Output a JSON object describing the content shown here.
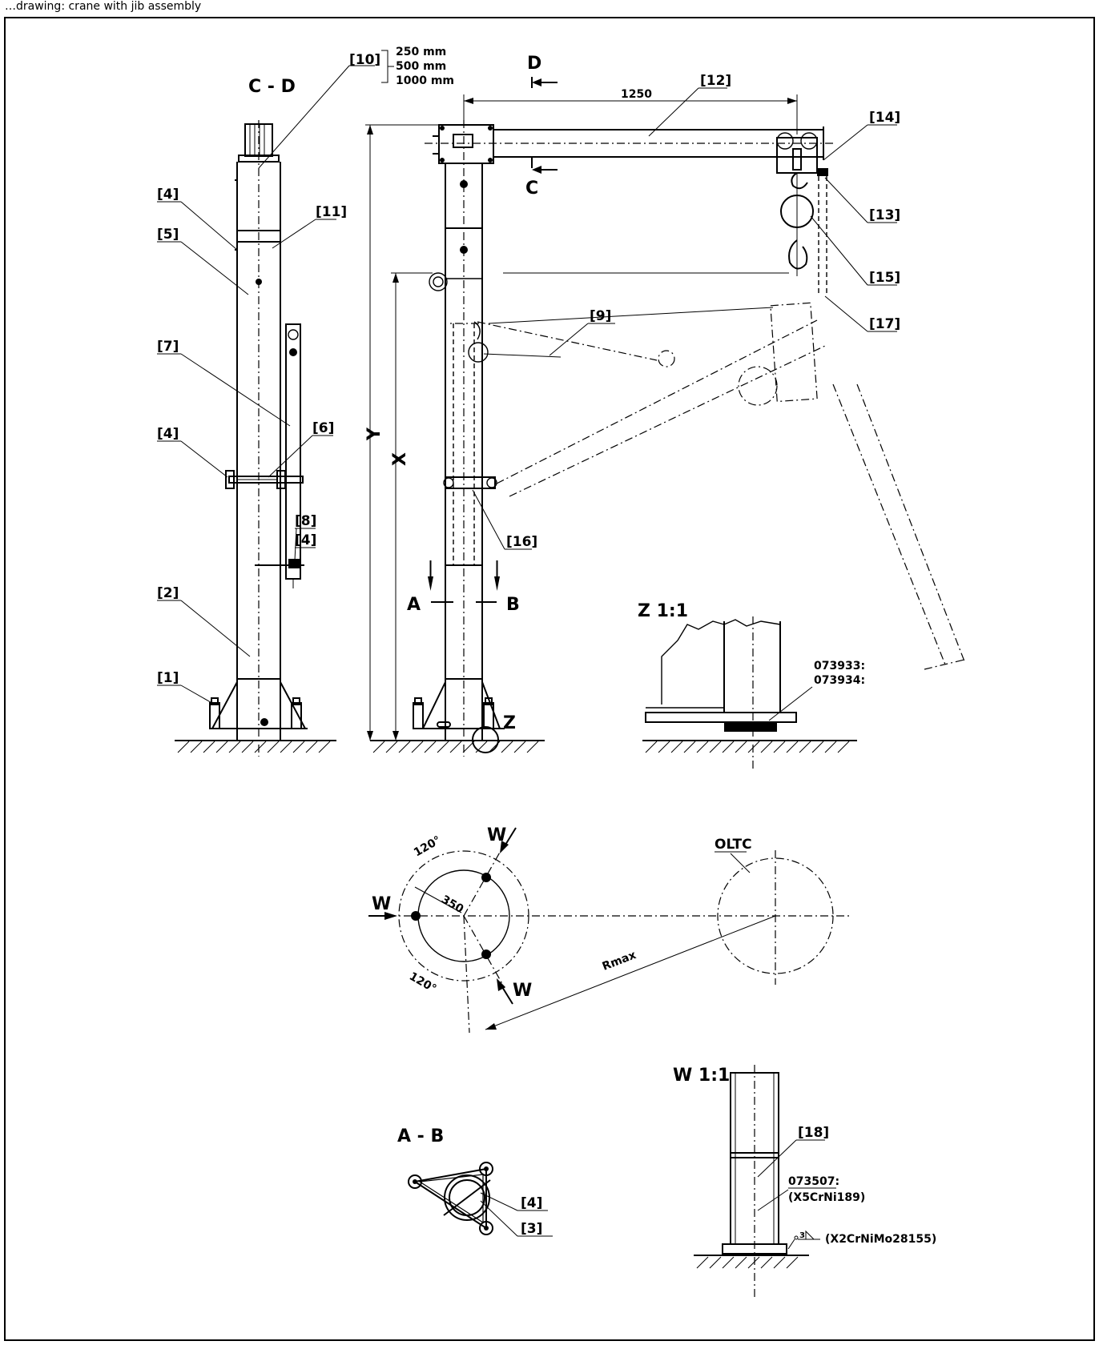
{
  "header": {
    "caption": "…drawing: crane with jib assembly"
  },
  "views": {
    "side_view": {
      "title": "C - D"
    },
    "detail_z": {
      "title": "Z 1:1"
    },
    "section_ab": {
      "title": "A - B"
    },
    "detail_w": {
      "title": "W 1:1"
    }
  },
  "part_labels": {
    "p1": "[1]",
    "p2": "[2]",
    "p3": "[3]",
    "p4": "[4]",
    "p5": "[5]",
    "p6": "[6]",
    "p7": "[7]",
    "p8": "[8]",
    "p9": "[9]",
    "p10": "[10]",
    "p11": "[11]",
    "p12": "[12]",
    "p13": "[13]",
    "p14": "[14]",
    "p15": "[15]",
    "p16": "[16]",
    "p17": "[17]",
    "p18": "[18]"
  },
  "extension_options": [
    "250 mm",
    "500 mm",
    "1000 mm"
  ],
  "dimensions": {
    "jib_length": "1250",
    "height_x": "X",
    "height_y": "Y",
    "bolt_circle": "350",
    "angle_top": "120°",
    "angle_bottom": "120°",
    "radius_max": "Rmax"
  },
  "section_markers": {
    "a": "A",
    "b": "B",
    "c": "C",
    "d": "D",
    "z": "Z",
    "w": "W"
  },
  "material_codes": {
    "base_part_1": "073933:",
    "base_part_2": "073934:",
    "bolt_code": "073507:",
    "bolt_material": "(X5CrNi189)",
    "weld_size": "3",
    "weld_material": "(X2CrNiMo28155)"
  },
  "plan_view": {
    "tank_label": "OLTC"
  }
}
